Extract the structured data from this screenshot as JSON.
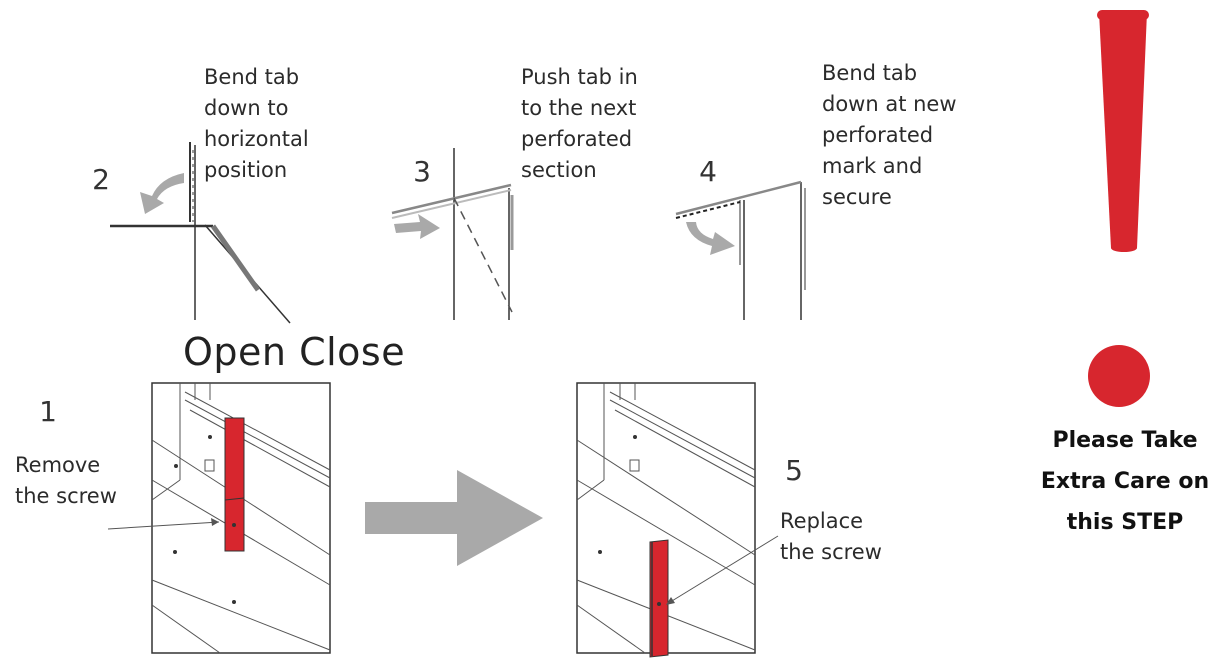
{
  "steps": [
    {
      "number": "1",
      "text": "Remove\nthe screw"
    },
    {
      "number": "2",
      "text": " Bend tab\ndown to\nhorizontal\nposition"
    },
    {
      "number": "3",
      "text": "Push tab in\nto the next\nperforated\nsection"
    },
    {
      "number": "4",
      "text": "Bend tab\ndown at new\nperforated\nmark and\nsecure"
    },
    {
      "number": "5",
      "text": "Replace\nthe screw"
    }
  ],
  "open_close_label": "Open Close",
  "warning": {
    "text": "Please Take\nExtra Care on\nthis STEP",
    "icon": "exclamation-icon"
  },
  "colors": {
    "accent": "#d7262e",
    "arrow": "#a9a9a9",
    "line": "#333333"
  }
}
